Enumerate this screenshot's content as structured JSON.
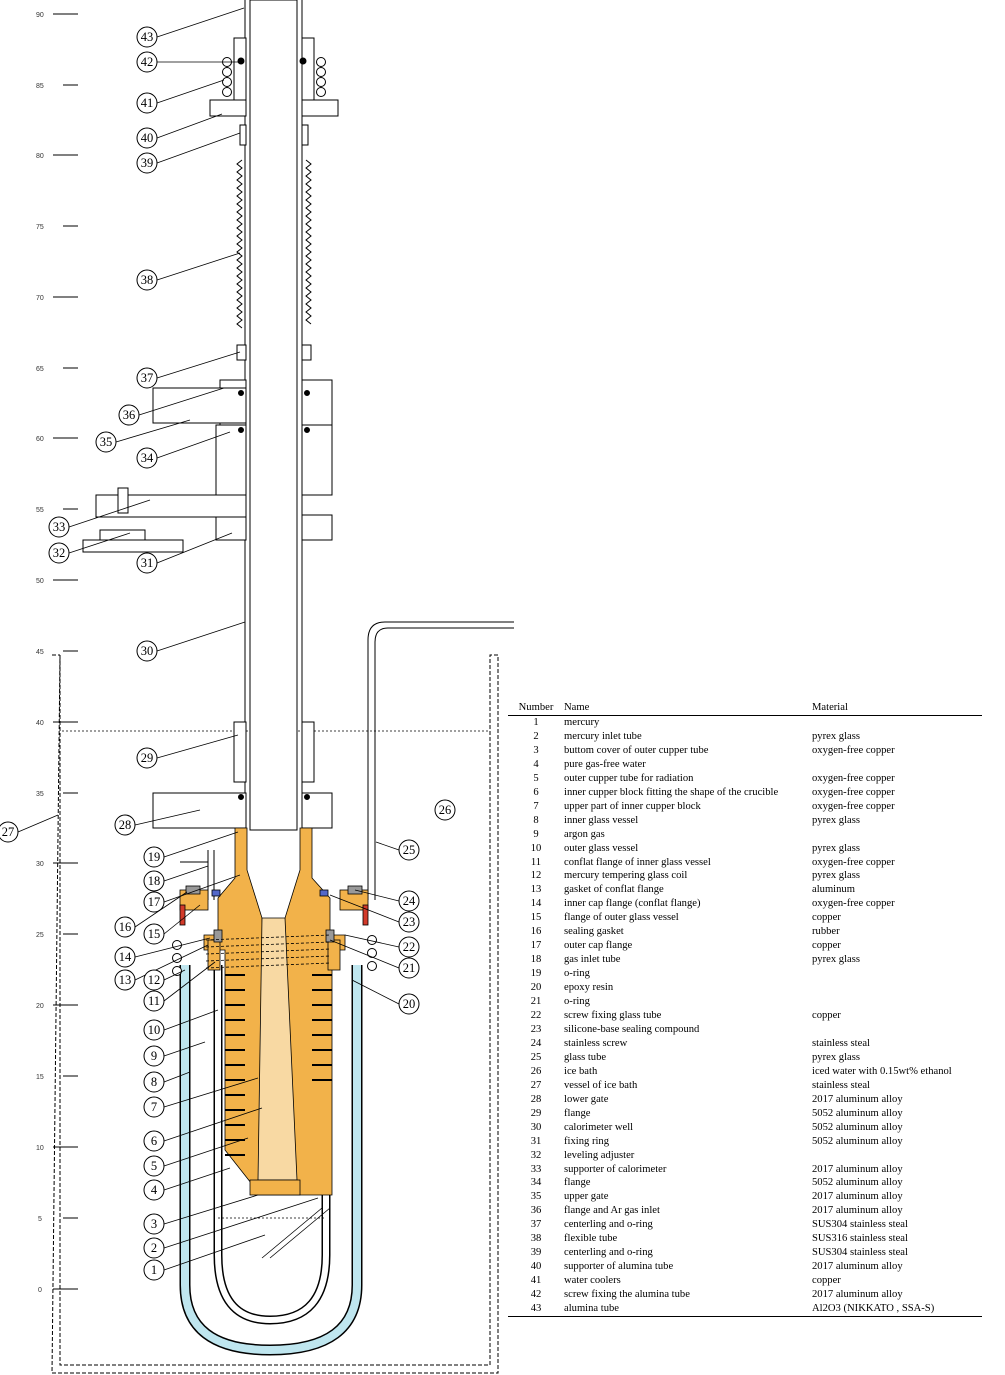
{
  "scale_ticks": [
    "90",
    "85",
    "80",
    "75",
    "70",
    "65",
    "60",
    "55",
    "50",
    "45",
    "40",
    "35",
    "30",
    "25",
    "20",
    "15",
    "10",
    "5",
    "0"
  ],
  "table": {
    "headers": {
      "number": "Number",
      "name": "Name",
      "material": "Material"
    },
    "rows": [
      {
        "n": "1",
        "name": "mercury",
        "mat": ""
      },
      {
        "n": "2",
        "name": "mercury inlet tube",
        "mat": "pyrex glass"
      },
      {
        "n": "3",
        "name": "buttom cover  of outer cupper tube",
        "mat": "oxygen-free copper"
      },
      {
        "n": "4",
        "name": "pure gas-free water",
        "mat": ""
      },
      {
        "n": "5",
        "name": "outer cupper tube for radiation",
        "mat": "oxygen-free copper"
      },
      {
        "n": "6",
        "name": "inner cupper block fitting the shape of the crucible",
        "mat": "oxygen-free copper"
      },
      {
        "n": "7",
        "name": "upper part of inner cupper block",
        "mat": "oxygen-free copper"
      },
      {
        "n": "8",
        "name": "inner glass vessel",
        "mat": "pyrex glass"
      },
      {
        "n": "9",
        "name": "argon gas",
        "mat": ""
      },
      {
        "n": "10",
        "name": "outer glass vessel",
        "mat": "pyrex glass"
      },
      {
        "n": "11",
        "name": "conflat flange of inner glass vessel",
        "mat": "oxygen-free copper"
      },
      {
        "n": "12",
        "name": "mercury tempering glass coil",
        "mat": "pyrex glass"
      },
      {
        "n": "13",
        "name": "gasket of conflat flange",
        "mat": "aluminum"
      },
      {
        "n": "14",
        "name": "inner cap flange (conflat flange)",
        "mat": "oxygen-free copper"
      },
      {
        "n": "15",
        "name": "flange of outer glass vessel",
        "mat": "copper"
      },
      {
        "n": "16",
        "name": "sealing gasket",
        "mat": "rubber"
      },
      {
        "n": "17",
        "name": "outer cap flange",
        "mat": "copper"
      },
      {
        "n": "18",
        "name": "gas inlet tube",
        "mat": "pyrex glass"
      },
      {
        "n": "19",
        "name": "o-ring",
        "mat": ""
      },
      {
        "n": "20",
        "name": "epoxy resin",
        "mat": ""
      },
      {
        "n": "21",
        "name": "o-ring",
        "mat": ""
      },
      {
        "n": "22",
        "name": "screw fixing glass tube",
        "mat": "copper"
      },
      {
        "n": "23",
        "name": "silicone-base sealing compound",
        "mat": ""
      },
      {
        "n": "24",
        "name": "stainless screw",
        "mat": "stainless steal"
      },
      {
        "n": "25",
        "name": "glass tube",
        "mat": "pyrex glass"
      },
      {
        "n": "26",
        "name": "ice bath",
        "mat": "iced water with 0.15wt% ethanol"
      },
      {
        "n": "27",
        "name": "vessel of ice bath",
        "mat": "stainless steal"
      },
      {
        "n": "28",
        "name": "lower gate",
        "mat": "2017 aluminum alloy"
      },
      {
        "n": "29",
        "name": "flange",
        "mat": "5052 aluminum alloy"
      },
      {
        "n": "30",
        "name": "calorimeter well",
        "mat": "5052 aluminum alloy"
      },
      {
        "n": "31",
        "name": "fixing ring",
        "mat": "5052 aluminum alloy"
      },
      {
        "n": "32",
        "name": "leveling adjuster",
        "mat": ""
      },
      {
        "n": "33",
        "name": "supporter of calorimeter",
        "mat": "2017 aluminum alloy"
      },
      {
        "n": "34",
        "name": "flange",
        "mat": "5052 aluminum alloy"
      },
      {
        "n": "35",
        "name": "upper gate",
        "mat": "2017 aluminum alloy"
      },
      {
        "n": "36",
        "name": "flange and Ar gas inlet",
        "mat": "2017 aluminum alloy"
      },
      {
        "n": "37",
        "name": "centerling and o-ring",
        "mat": "SUS304 stainless steal"
      },
      {
        "n": "38",
        "name": "flexible tube",
        "mat": "SUS316 stainless steal"
      },
      {
        "n": "39",
        "name": "centerling and o-ring",
        "mat": "SUS304 stainless steal"
      },
      {
        "n": "40",
        "name": "supporter of alumina tube",
        "mat": "2017 aluminum alloy"
      },
      {
        "n": "41",
        "name": "water coolers",
        "mat": "copper"
      },
      {
        "n": "42",
        "name": "screw fixing the alumina tube",
        "mat": "2017 aluminum alloy"
      },
      {
        "n": "43",
        "name": "alumina tube",
        "mat": "Al2O3 (NIKKATO , SSA-S)"
      }
    ]
  },
  "callouts": [
    "43",
    "42",
    "41",
    "40",
    "39",
    "38",
    "37",
    "36",
    "35",
    "34",
    "33",
    "32",
    "31",
    "30",
    "29",
    "28",
    "27",
    "26",
    "25",
    "24",
    "23",
    "22",
    "21",
    "20",
    "19",
    "18",
    "17",
    "16",
    "15",
    "14",
    "13",
    "12",
    "11",
    "10",
    "9",
    "8",
    "7",
    "6",
    "5",
    "4",
    "3",
    "2",
    "1"
  ],
  "colors": {
    "copper": "#f2b24a",
    "copper_light": "#f8d9a3",
    "glass": "#bfe6ef",
    "gasket": "#d23a2a",
    "resin": "#5468c9",
    "line": "#000000"
  }
}
